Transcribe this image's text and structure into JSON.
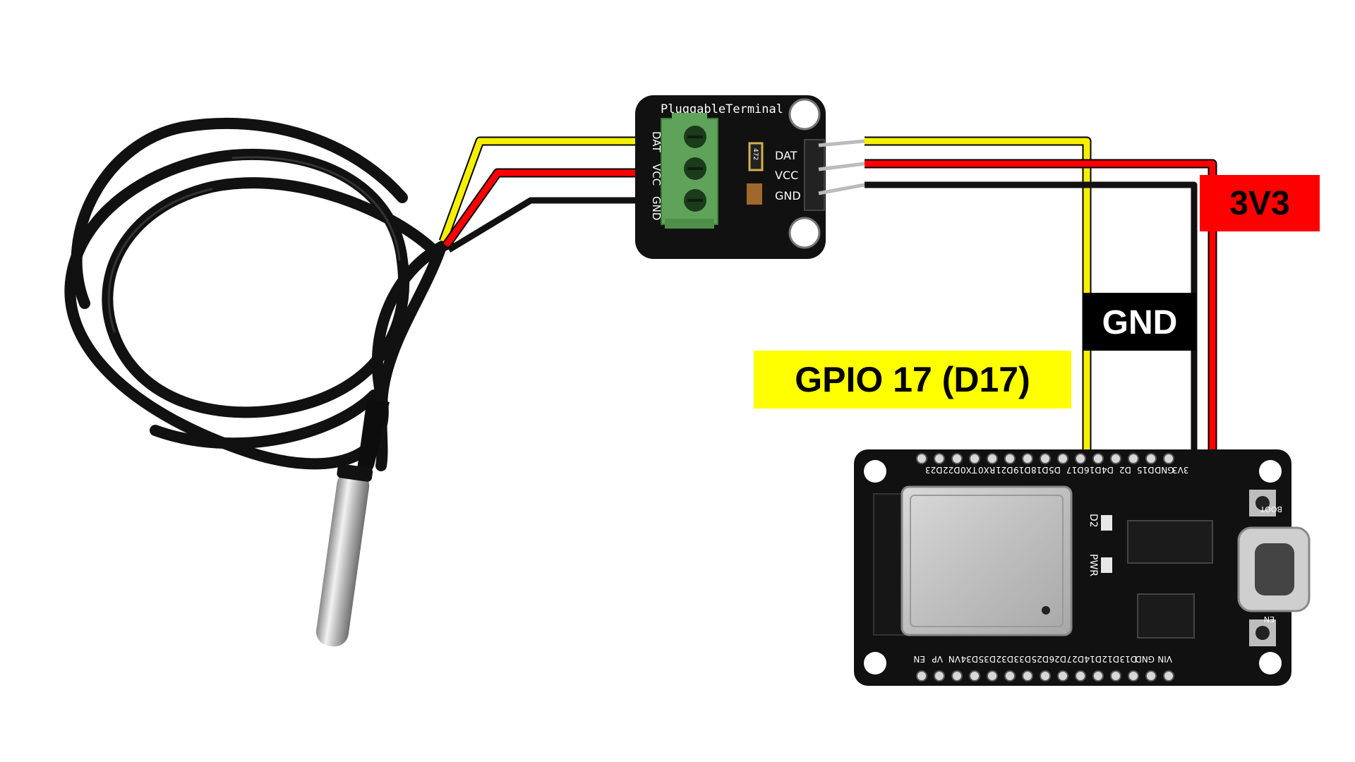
{
  "colors": {
    "data_wire": "#f5f000",
    "vcc_wire": "#ff0000",
    "gnd_wire": "#111111",
    "pcb": "#111111",
    "terminal_block": "#5fa35a",
    "label_data_bg": "#ffff00",
    "label_gnd_bg": "#000000",
    "label_3v3_bg": "#ff0000"
  },
  "labels": {
    "data": "GPIO 17 (D17)",
    "gnd": "GND",
    "power": "3V3"
  },
  "adapter": {
    "title": "PluggableTerminal",
    "terminal_pins": [
      "DAT",
      "VCC",
      "GND"
    ],
    "header_pins": [
      "DAT",
      "VCC",
      "GND"
    ],
    "resistor_marking": "472"
  },
  "esp32": {
    "top_pins": [
      "D23",
      "D22",
      "TX0",
      "RX0",
      "D21",
      "D19",
      "D18",
      "D5",
      "D17",
      "D16",
      "D4",
      "D2",
      "D15",
      "GND",
      "3V3"
    ],
    "bottom_pins": [
      "EN",
      "VP",
      "VN",
      "D34",
      "D35",
      "D32",
      "D33",
      "D25",
      "D26",
      "D27",
      "D14",
      "D12",
      "D13",
      "GND",
      "VIN"
    ],
    "led_labels": [
      "D2",
      "PWR"
    ],
    "button_labels": [
      "BOOT",
      "EN"
    ]
  },
  "icons": [
    "ds18b20-probe-icon",
    "esp32-board-icon",
    "terminal-adapter-icon"
  ]
}
